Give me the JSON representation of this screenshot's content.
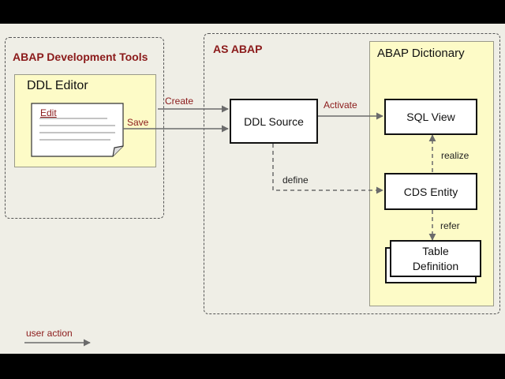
{
  "adt": {
    "title": "ABAP Development Tools",
    "editor_title": "DDL Editor",
    "doc_label": "Edit"
  },
  "asabap": {
    "title": "AS ABAP",
    "dictionary_title": "ABAP Dictionary"
  },
  "nodes": {
    "ddl_source": "DDL Source",
    "sql_view": "SQL View",
    "cds_entity": "CDS Entity",
    "table_definition_line1": "Table",
    "table_definition_line2": "Definition"
  },
  "edges": {
    "create": "Create",
    "save": "Save",
    "activate": "Activate",
    "define": "define",
    "realize": "realize",
    "refer": "refer"
  },
  "legend": {
    "user_action": "user action"
  },
  "colors": {
    "accent_red": "#8b1a1a",
    "panel_yellow": "#fdfbc7",
    "background": "#efeee6"
  }
}
